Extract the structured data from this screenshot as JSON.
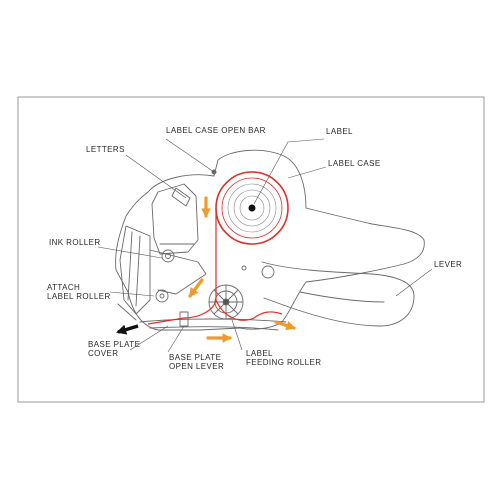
{
  "labels": {
    "label_case_open_bar": "LABEL CASE OPEN BAR",
    "label": "LABEL",
    "letters": "LETTERS",
    "label_case": "LABEL CASE",
    "ink_roller": "INK ROLLER",
    "lever": "LEVER",
    "attach_label_roller_1": "ATTACH",
    "attach_label_roller_2": "LABEL ROLLER",
    "base_plate_cover_1": "BASE PLATE",
    "base_plate_cover_2": "COVER",
    "base_plate_open_lever_1": "BASE PLATE",
    "base_plate_open_lever_2": "OPEN LEVER",
    "label_feeding_roller_1": "LABEL",
    "label_feeding_roller_2": "FEEDING ROLLER"
  },
  "colors": {
    "label_path": "#d9302b",
    "feed_arrow": "#ee9a2c",
    "outline": "#6a6a6a",
    "panel_border": "#9a9a9a"
  }
}
